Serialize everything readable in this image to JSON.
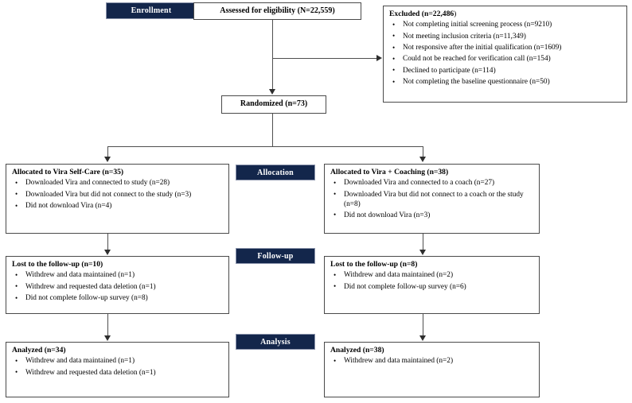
{
  "diagram": {
    "title": "CONSORT participant flow diagram",
    "accent_color": "#13264b",
    "border_color": "#4a4a4a",
    "background_color": "#ffffff"
  },
  "stage_banners": {
    "enrollment": "Enrollment",
    "allocation": "Allocation",
    "followup": "Follow-up",
    "analysis": "Analysis"
  },
  "assessed": {
    "label": "Assessed for eligibility  (N=22,559)"
  },
  "excluded": {
    "title_bold": "Excluded (n=22,486",
    "title_tail": ")",
    "items": [
      "Not completing initial screening process (n=9210)",
      "Not meeting inclusion criteria (n=11,349)",
      "Not responsive after the initial qualification (n=1609)",
      "Could not be reached for verification call (n=154)",
      "Declined to participate (n=114)",
      "Not completing the baseline questionnaire (n=50)"
    ]
  },
  "randomized": {
    "label": "Randomized (n=73)"
  },
  "allocation": {
    "left": {
      "title": "Allocated to Vira Self-Care (n=35)",
      "items": [
        "Downloaded Vira and connected to study (n=28)",
        "Downloaded Vira but did not connect to the study (n=3)",
        "Did not download Vira (n=4)"
      ]
    },
    "right": {
      "title": "Allocated to Vira + Coaching (n=38)",
      "items": [
        "Downloaded Vira and connected to a coach (n=27)",
        "Downloaded Vira but did not connect to a coach or the study (n=8)",
        "Did not download Vira (n=3)"
      ]
    }
  },
  "followup": {
    "left": {
      "title": "Lost to the follow-up (n=10)",
      "items": [
        "Withdrew and data maintained (n=1)",
        "Withdrew and requested data deletion (n=1)",
        "Did not complete follow-up survey (n=8)"
      ]
    },
    "right": {
      "title": "Lost to the follow-up (n=8)",
      "items": [
        "Withdrew and data maintained (n=2)",
        "Did not complete follow-up survey (n=6)"
      ]
    }
  },
  "analysis": {
    "left": {
      "title": "Analyzed (n=34)",
      "items": [
        "Withdrew and data maintained (n=1)",
        "Withdrew and requested data deletion (n=1)"
      ]
    },
    "right": {
      "title": "Analyzed (n=38)",
      "items": [
        "Withdrew and data maintained (n=2)"
      ]
    }
  }
}
